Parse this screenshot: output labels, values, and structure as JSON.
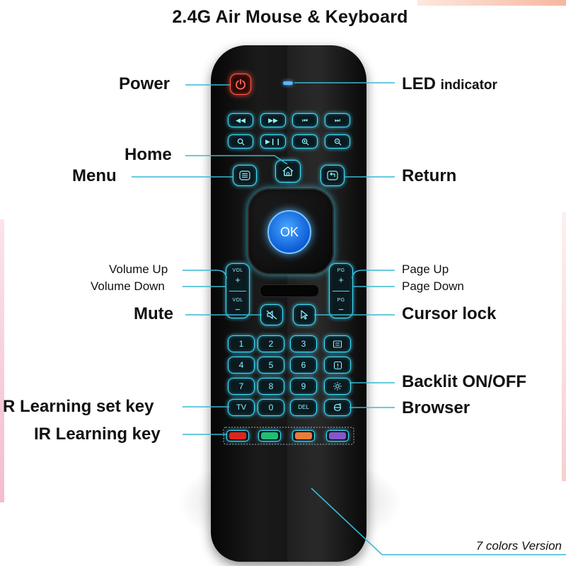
{
  "title": "2.4G Air Mouse & Keyboard",
  "labels": {
    "power": "Power",
    "led_main": "LED",
    "led_sub": "indicator",
    "home": "Home",
    "menu": "Menu",
    "return": "Return",
    "volume_up": "Volume Up",
    "volume_down": "Volume Down",
    "page_up": "Page Up",
    "page_down": "Page Down",
    "mute": "Mute",
    "cursor_lock": "Cursor lock",
    "backlit": "Backlit ON/OFF",
    "ir_learning_set": "R Learning set key",
    "browser": "Browser",
    "ir_learning_key": "IR Learning key"
  },
  "keys": {
    "ok": "OK",
    "vol": "VOL",
    "pg": "PG",
    "plus": "+",
    "minus": "−",
    "num": [
      "1",
      "2",
      "3",
      "4",
      "5",
      "6",
      "7",
      "8",
      "9",
      "0"
    ],
    "tv": "TV",
    "del": "DEL"
  },
  "colors": {
    "backlight": "#3fdfff",
    "power": "#ff5a4a",
    "ok": "#1a6fe0",
    "ir_keys": [
      "#e0241b",
      "#1fbf72",
      "#f07a35",
      "#8a55cc"
    ]
  },
  "icons": {
    "media_row1": [
      "rewind-icon",
      "fast-forward-icon",
      "previous-track-icon",
      "next-track-icon"
    ],
    "media_row2": [
      "search-icon",
      "play-pause-icon",
      "zoom-in-icon",
      "zoom-out-icon"
    ],
    "function": [
      "menu-icon",
      "home-icon",
      "return-icon",
      "mute-icon",
      "cursor-icon",
      "keyboard-icon",
      "info-icon",
      "backlight-icon",
      "browser-icon"
    ]
  },
  "footnote": "7 colors Version"
}
